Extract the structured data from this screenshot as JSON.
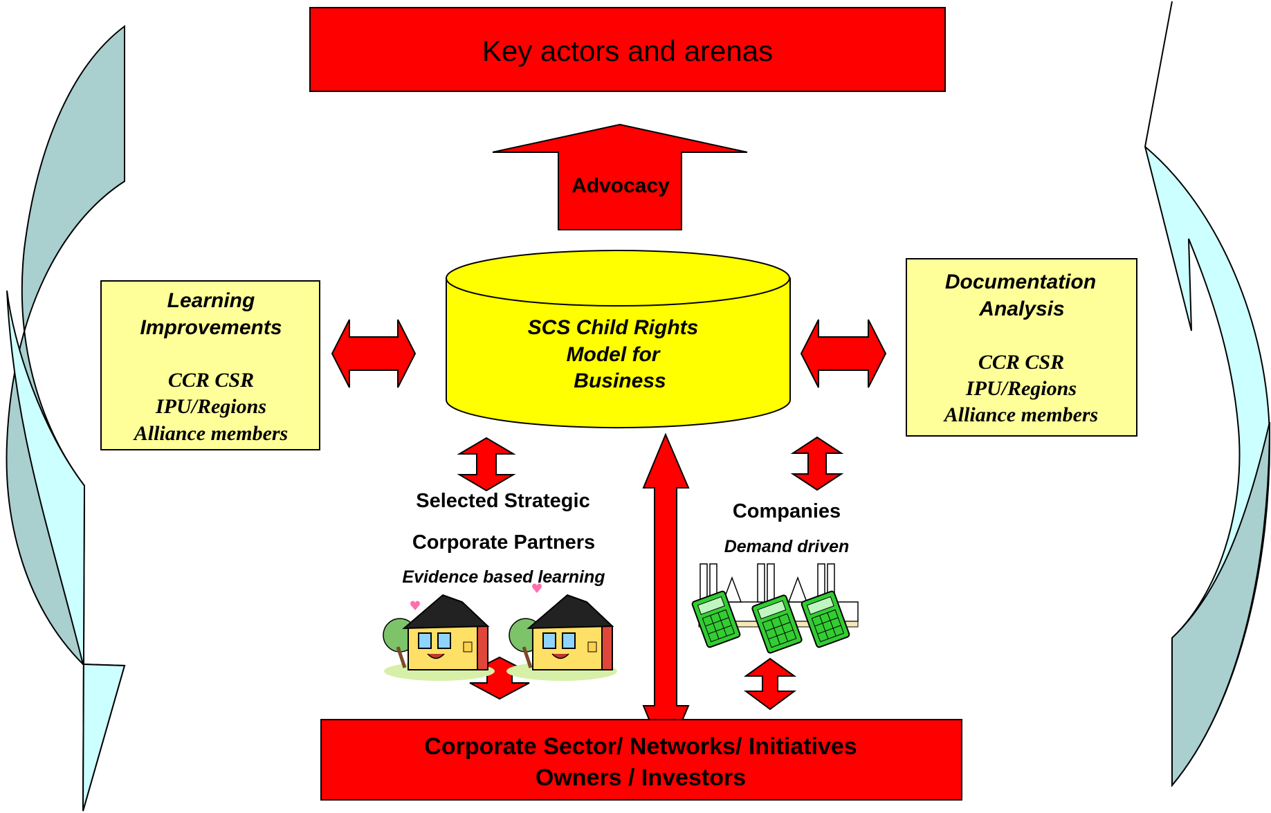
{
  "top_box": {
    "label": "Key actors and arenas"
  },
  "advocacy": {
    "label": "Advocacy"
  },
  "model": {
    "lines": [
      "SCS Child Rights",
      "Model for",
      "Business"
    ]
  },
  "left_box": {
    "title_lines": [
      "Learning",
      "Improvements"
    ],
    "items": [
      "CCR CSR",
      "IPU/Regions",
      "Alliance members"
    ]
  },
  "right_box": {
    "title_lines": [
      "Documentation",
      "Analysis"
    ],
    "items": [
      "CCR CSR",
      "IPU/Regions",
      "Alliance members"
    ]
  },
  "partners": {
    "lines": [
      "Selected Strategic",
      "Corporate  Partners"
    ],
    "subtitle": "Evidence based learning"
  },
  "companies": {
    "label": "Companies",
    "subtitle": "Demand driven"
  },
  "bottom_box": {
    "lines": [
      "Corporate Sector/ Networks/ Initiatives",
      "Owners / Investors"
    ]
  },
  "colors": {
    "red": "#ff0000",
    "yellow": "#ffff00",
    "pale_yellow": "#ffff99",
    "left_curve": "#a9cfcf",
    "cyan_curve": "#ccffff",
    "calculator_green": "#33cc33"
  },
  "icons": [
    "left-curved-arrow-icon",
    "right-curved-arrow-icon",
    "house-icon",
    "factory-icon",
    "calculator-icon"
  ]
}
